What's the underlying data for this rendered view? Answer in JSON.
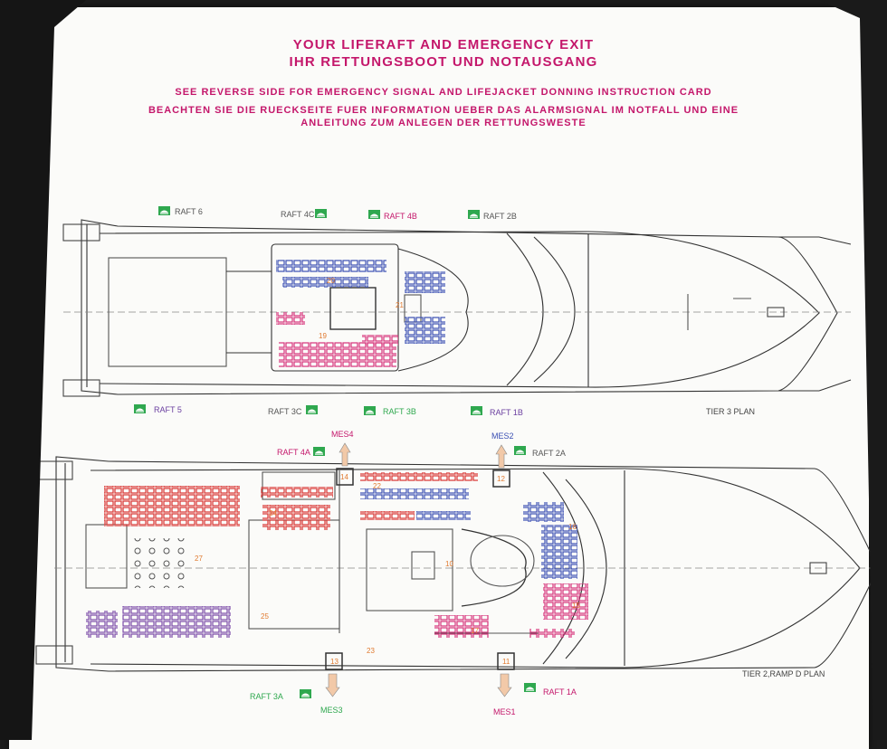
{
  "header": {
    "title_en": "YOUR LIFERAFT AND EMERGENCY EXIT",
    "title_de": "IHR RETTUNGSBOOT UND NOTAUSGANG",
    "note_en": "SEE REVERSE SIDE FOR EMERGENCY SIGNAL AND LIFEJACKET DONNING INSTRUCTION CARD",
    "note_de_1": "BEACHTEN SIE DIE RUECKSEITE FUER INFORMATION UEBER DAS ALARMSIGNAL IM NOTFALL UND EINE",
    "note_de_2": "ANLEITUNG ZUM ANLEGEN DER RETTUNGSWESTE"
  },
  "tier3": {
    "plan_label": "TIER 3 PLAN",
    "rafts_top": [
      "RAFT 6",
      "RAFT 4C",
      "RAFT 4B",
      "RAFT 2B"
    ],
    "rafts_bottom": [
      "RAFT 5",
      "RAFT 3C",
      "RAFT 3B",
      "RAFT 1B"
    ],
    "zones": [
      "20",
      "21",
      "19"
    ]
  },
  "tier2": {
    "plan_label": "TIER 2,RAMP D PLAN",
    "rafts_top": [
      "RAFT 4A",
      "RAFT 2A"
    ],
    "rafts_bottom": [
      "RAFT 3A",
      "RAFT 1A"
    ],
    "mes_top": [
      "MES4",
      "MES2"
    ],
    "mes_bottom": [
      "MES3",
      "MES1"
    ],
    "zones": [
      "14",
      "12",
      "22",
      "24",
      "27",
      "25",
      "10",
      "16",
      "15",
      "17",
      "23",
      "13",
      "11"
    ]
  },
  "colors": {
    "header": "#c4176b",
    "raft_icon": "#2fa84f",
    "seat_magenta": "#d6317a",
    "seat_blue": "#3a4fb3",
    "seat_red": "#d8322f",
    "seat_purple": "#7a4aa8",
    "raft_label_accent": "#c4176b",
    "raft_label_purple": "#6b3fa0",
    "raft_label_green": "#2fa84f",
    "zone_orange": "#e07a30"
  },
  "icons": [
    "raft-icon",
    "exit-arrow-icon"
  ]
}
